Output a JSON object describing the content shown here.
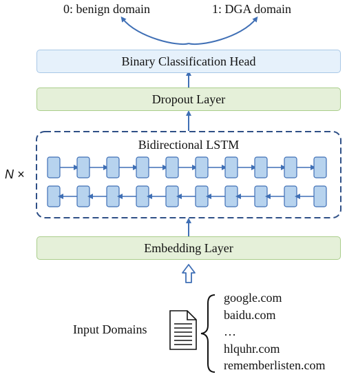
{
  "outputs": {
    "benign": "0: benign domain",
    "dga": "1: DGA domain"
  },
  "layers": {
    "head": "Binary Classification Head",
    "dropout": "Dropout Layer",
    "lstm": "Bidirectional LSTM",
    "embedding": "Embedding Layer"
  },
  "repeat_label": "N ×",
  "input": {
    "label": "Input Domains",
    "icon": "document-icon",
    "domains": [
      "google.com",
      "baidu.com",
      "…",
      "hlquhr.com",
      "rememberlisten.com"
    ]
  },
  "colors": {
    "arrow": "#3f6fb5",
    "cell_fill": "#b7d3ee",
    "cell_stroke": "#3f6fb5",
    "lstm_border": "#2e4f86",
    "green_fill": "#e5f0d9",
    "blue_fill": "#e6f1fb"
  },
  "lstm": {
    "cells_per_row": 10,
    "rows": 2
  }
}
